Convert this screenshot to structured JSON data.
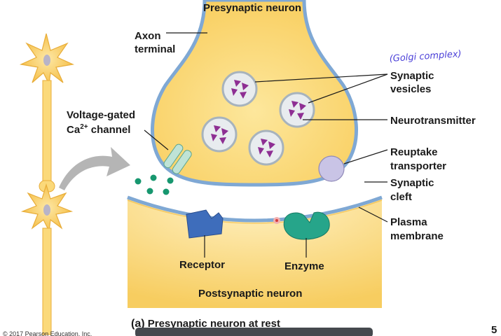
{
  "labels": {
    "presynaptic_neuron": "Presynaptic neuron",
    "axon_terminal_line1": "Axon",
    "axon_terminal_line2": "terminal",
    "handwritten_note": "(Golgi complex)",
    "synaptic_vesicles_line1": "Synaptic",
    "synaptic_vesicles_line2": "vesicles",
    "neurotransmitter": "Neurotransmitter",
    "voltage_gated_line1": "Voltage-gated",
    "voltage_gated_ca": "Ca",
    "voltage_gated_sup": "2+",
    "voltage_gated_channel": " channel",
    "reuptake_line1": "Reuptake",
    "reuptake_line2": "transporter",
    "synaptic_cleft_line1": "Synaptic",
    "synaptic_cleft_line2": "cleft",
    "plasma_membrane_line1": "Plasma",
    "plasma_membrane_line2": "membrane",
    "receptor": "Receptor",
    "enzyme": "Enzyme",
    "postsynaptic_neuron": "Postsynaptic neuron",
    "caption_letter": "(a)",
    "caption_text": " Presynaptic neuron at rest",
    "copyright": "© 2017 Pearson Education, Inc.",
    "page_number": "5"
  },
  "colors": {
    "neuron_fill": "#fbd97a",
    "neuron_edge": "#f2b73a",
    "membrane": "#7fa8d4",
    "vesicle": "#e8ecef",
    "neurotransmitter": "#8e2f93",
    "channel": "#bfe3d6",
    "ion": "#17976f",
    "receptor": "#3e6dbb",
    "enzyme": "#26a58a",
    "transporter": "#c9c4e6",
    "arrow": "#b5b5b5",
    "dark_bar": "#45494e"
  }
}
